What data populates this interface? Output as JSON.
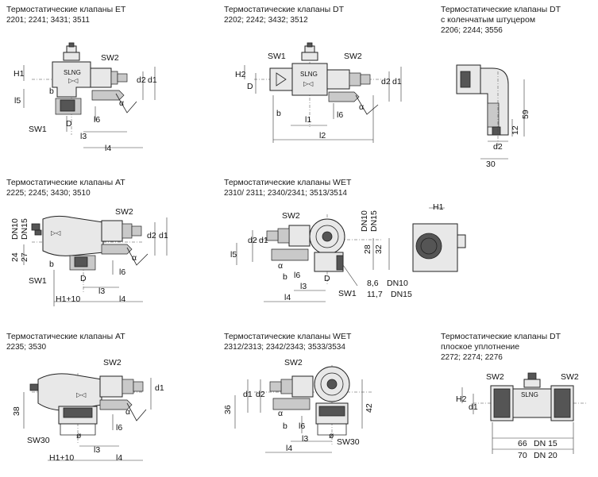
{
  "captions": [
    {
      "id": "et",
      "title": "Термостатические клапаны ET",
      "codes": "2201; 2241; 3431; 3511"
    },
    {
      "id": "dt",
      "title": "Термостатические клапаны DT",
      "codes": "2202; 2242; 3432; 3512"
    },
    {
      "id": "dt_elbow",
      "title": "Термостатические клапаны DT",
      "subtitle": "с коленчатым штуцером",
      "codes": "2206; 2244; 3556"
    },
    {
      "id": "at1",
      "title": "Термостатические клапаны AT",
      "codes": "2225; 2245; 3430; 3510"
    },
    {
      "id": "wet1",
      "title": "Термостатические клапаны WET",
      "codes": "2310/ 2311; 2340/2341; 3513/3514"
    },
    {
      "id": "at2",
      "title": "Термостатические клапаны AT",
      "codes": "2235; 3530"
    },
    {
      "id": "wet2",
      "title": "Термостатические клапаны WET",
      "codes": "2312/2313; 2342/2343; 3533/3534"
    },
    {
      "id": "dt_flat",
      "title": "Термостатические клапаны DT",
      "subtitle": "плоское уплотнение",
      "codes": "2272; 2274; 2276"
    }
  ],
  "labels": {
    "sw1": "SW1",
    "sw2": "SW2",
    "sw30": "SW30",
    "h1": "H1",
    "h2": "H2",
    "d": "D",
    "d1": "d1",
    "d2": "d2",
    "l1": "l1",
    "l2": "l2",
    "l3": "l3",
    "l4": "l4",
    "l5": "l5",
    "l6": "l6",
    "b": "b",
    "alpha": "α",
    "phi": "ø",
    "brand": "SLNG",
    "h1_plus_10": "H1+10",
    "dn10": "DN10",
    "dn15": "DN15",
    "dim_59": "59",
    "dim_12": "12",
    "dim_30": "30",
    "dim_24": "24",
    "dim_27": "27",
    "dim_28": "28",
    "dim_32": "32",
    "dim_86": "8,6",
    "dim_117": "11,7",
    "dim_38": "38",
    "dim_36": "36",
    "dim_42": "42",
    "dim_66": "66",
    "dim_70": "70",
    "dn_15": "DN 15",
    "dn_20": "DN 20"
  }
}
